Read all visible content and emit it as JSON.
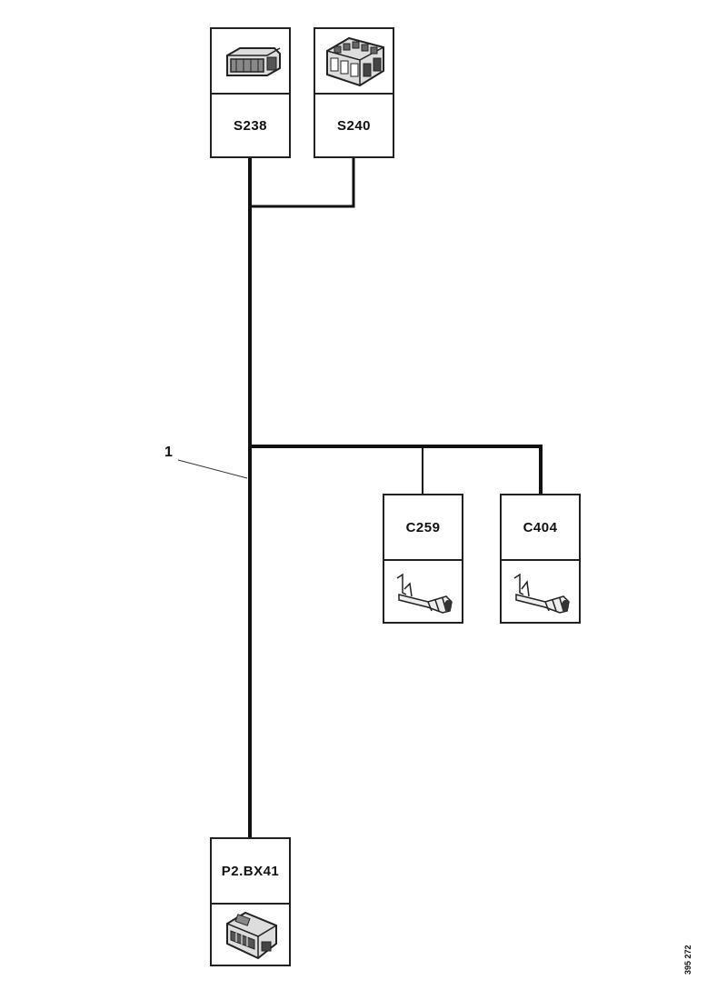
{
  "connectors": {
    "s238": {
      "label": "S238",
      "icon": "connector-housing-icon"
    },
    "s240": {
      "label": "S240",
      "icon": "connector-block-icon"
    },
    "c259": {
      "label": "C259",
      "icon": "terminal-pin-icon"
    },
    "c404": {
      "label": "C404",
      "icon": "terminal-pin-icon"
    },
    "p2bx41": {
      "label": "P2.BX41",
      "icon": "connector-plug-icon"
    }
  },
  "callout": {
    "label": "1"
  },
  "figure": {
    "reference": "395 272"
  },
  "colors": {
    "line": "#111111",
    "border": "#222222",
    "background": "#ffffff"
  }
}
